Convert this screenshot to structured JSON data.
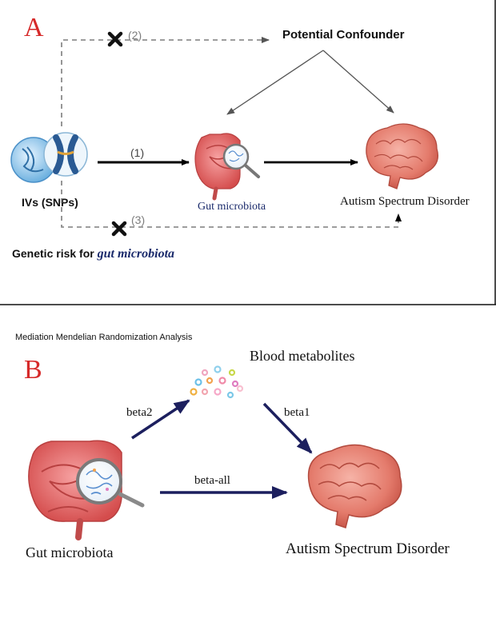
{
  "panel_a": {
    "letter": "A",
    "path_labels": {
      "p1": "(1)",
      "p2": "(2)",
      "p3": "(3)"
    },
    "confounder": "Potential Confounder",
    "ivs": "IVs (SNPs)",
    "gut": "Gut microbiota",
    "autism": "Autism Spectrum Disorder",
    "genetic_risk_prefix": "Genetic risk for ",
    "genetic_risk_emph": "gut microbiota"
  },
  "panel_b": {
    "title": "Mediation Mendelian Randomization Analysis",
    "letter": "B",
    "blood": "Blood metabolites",
    "beta2": "beta2",
    "beta1": "beta1",
    "beta_all": "beta-all",
    "gut": "Gut microbiota",
    "autism": "Autism Spectrum Disorder"
  },
  "colors": {
    "panel_letter": "#d62a2a",
    "arrow_b": "#1c1f5e",
    "gut_label": "#1a2a6b",
    "dashed": "#7d7d7d"
  },
  "icons": {
    "dna_chromosome": "dna-chromosome-icon",
    "intestine": "intestine-magnifier-icon",
    "brain": "brain-icon",
    "blocked": "cross-icon",
    "metabolites": "metabolite-dots-icon"
  }
}
